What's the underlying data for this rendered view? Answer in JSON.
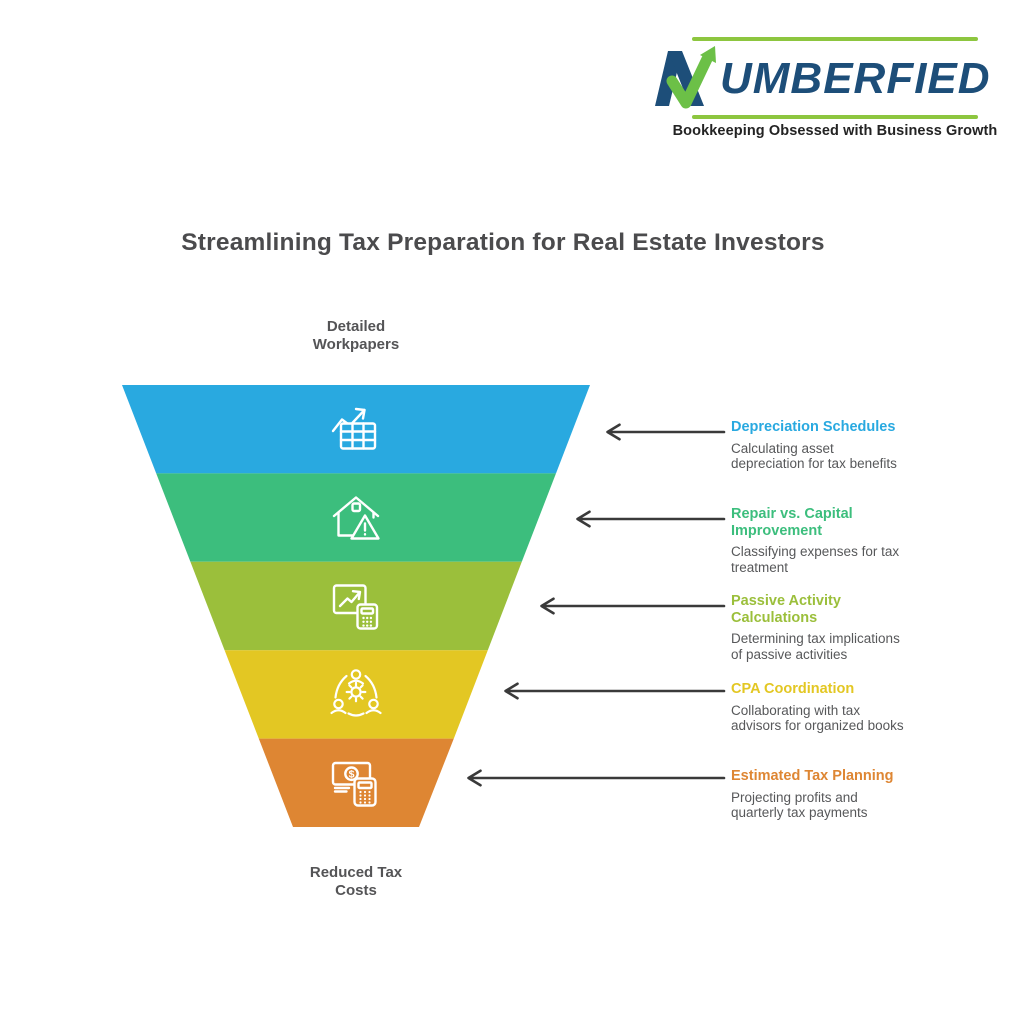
{
  "logo": {
    "name": "NUMBERFIED",
    "wordmark_text": "UMBERFIED",
    "tagline": "Bookkeeping Obsessed with Business Growth",
    "colors": {
      "navy": "#1D4E79",
      "arrow_green": "#6CC047",
      "rule_green": "#8DC63F",
      "tagline_text": "#232323"
    }
  },
  "title": {
    "text": "Streamlining Tax Preparation for Real Estate Investors",
    "color": "#4B4B4D"
  },
  "funnel": {
    "top_label": "Detailed\nWorkpapers",
    "bottom_label": "Reduced Tax\nCosts",
    "label_color": "#545456",
    "icon_glyphs": {
      "dollar": "$"
    },
    "levels": [
      {
        "title": "Depreciation Schedules",
        "description": "Calculating asset\ndepreciation for tax benefits",
        "color": "#29A9E0",
        "icon": "trend-table-icon"
      },
      {
        "title": "Repair vs. Capital\nImprovement",
        "description": "Classifying expenses for tax\ntreatment",
        "color": "#3CBE7D",
        "icon": "house-warning-icon"
      },
      {
        "title": "Passive Activity\nCalculations",
        "description": "Determining tax implications\nof passive activities",
        "color": "#9BBF3B",
        "icon": "chart-calculator-icon"
      },
      {
        "title": "CPA Coordination",
        "description": "Collaborating with tax\nadvisors for organized books",
        "color": "#E3C723",
        "icon": "team-gear-icon"
      },
      {
        "title": "Estimated Tax Planning",
        "description": "Projecting profits and\nquarterly tax payments",
        "color": "#DE8633",
        "icon": "money-calculator-icon"
      }
    ]
  },
  "annotations": {
    "arrow_color": "#3A3A3A",
    "description_color": "#57585A"
  }
}
